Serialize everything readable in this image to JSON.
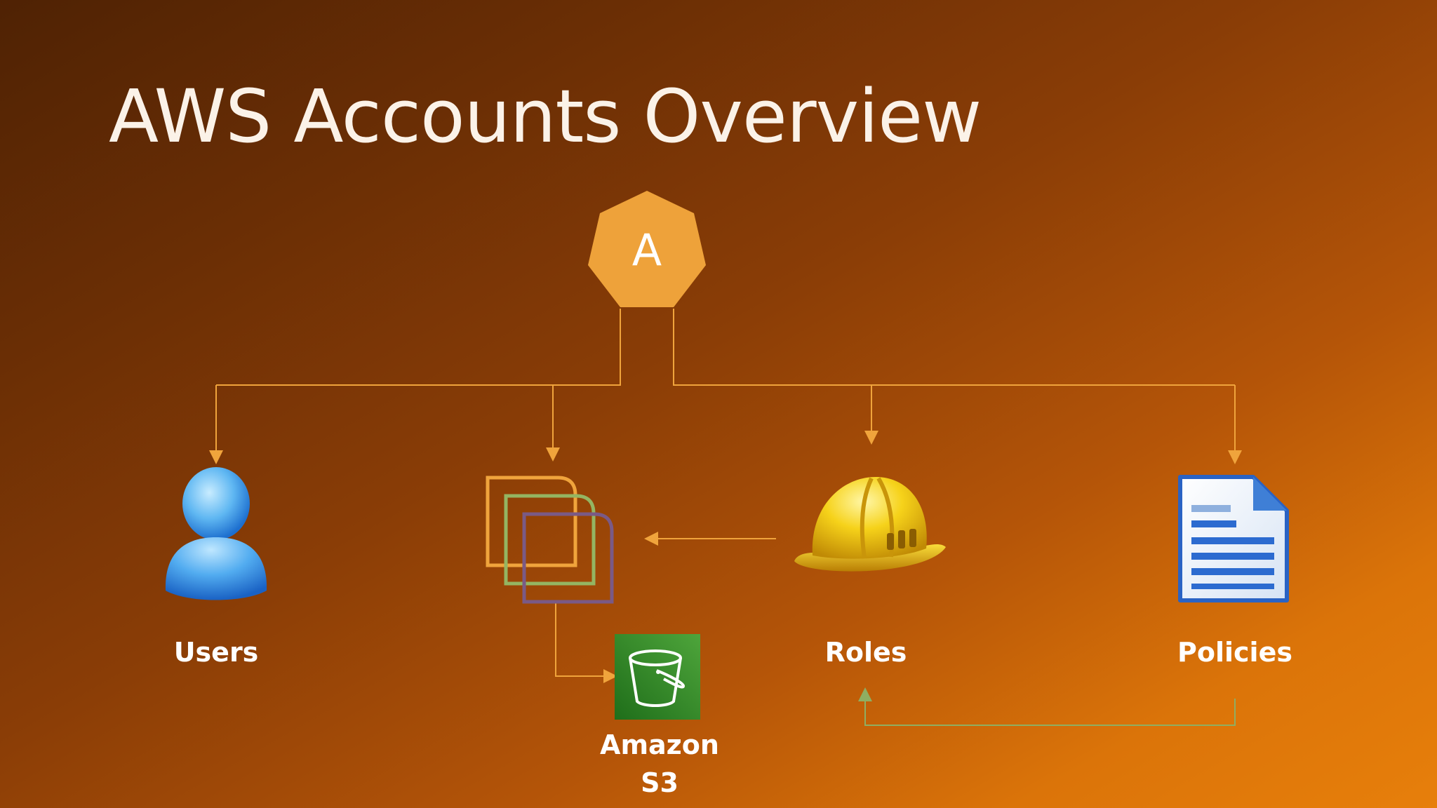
{
  "slide": {
    "title": "AWS Accounts Overview"
  },
  "account_node": {
    "letter": "A",
    "color": "#eea23a"
  },
  "nodes": {
    "users": {
      "label": "Users",
      "icon": "user-icon"
    },
    "groups": {
      "icon": "groups-stack-icon"
    },
    "roles": {
      "label": "Roles",
      "icon": "hard-hat-icon"
    },
    "policies": {
      "label": "Policies",
      "icon": "document-icon"
    },
    "s3": {
      "label_line1": "Amazon",
      "label_line2": "S3",
      "icon": "s3-bucket-icon",
      "color": "#3a8a2c"
    }
  },
  "colors": {
    "connector_orange": "#f0a43c",
    "connector_green": "#8fae62",
    "stack_orange": "#f0a43c",
    "stack_green": "#94b562",
    "stack_purple": "#7a5a86"
  }
}
